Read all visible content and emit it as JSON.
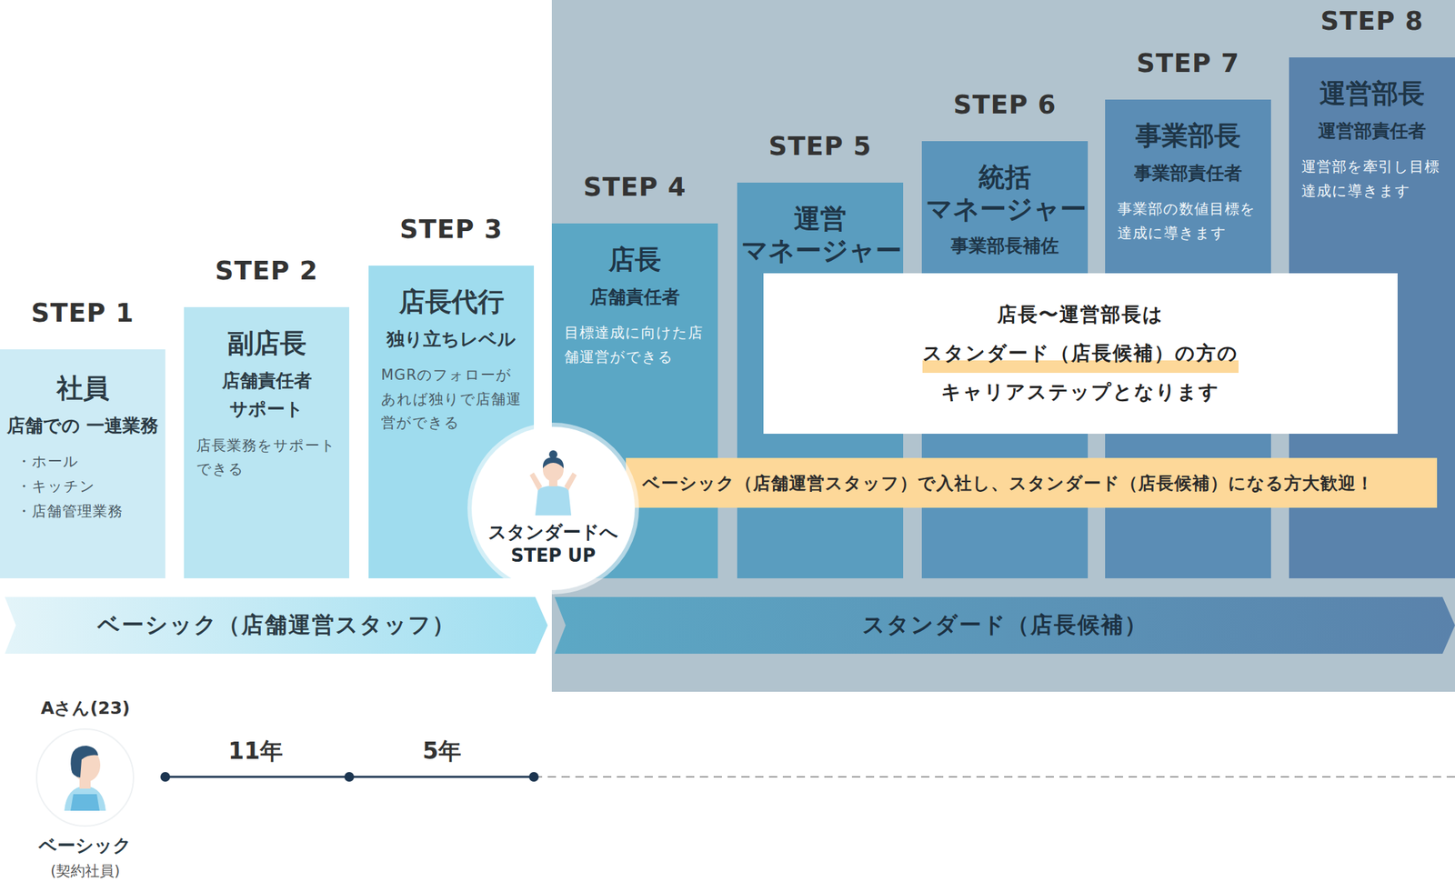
{
  "diagram": {
    "nodes": [
      {
        "text": [
          "STEP 1",
          "社員",
          "店舗での 一連業務",
          "・ホール",
          "・キッチン",
          "・店舗管理業務"
        ]
      },
      {
        "text": [
          "STEP 2",
          "副店長",
          "店舗責任者 サポート",
          "店長業務をサポートできる"
        ]
      },
      {
        "text": [
          "STEP 3",
          "店長代行",
          "独り立ちレベル",
          "MGRのフォローがあれば独りで店舗運営ができる"
        ]
      },
      {
        "text": [
          "STEP 4",
          "店長",
          "店舗責任者",
          "目標達成に向けた店舗運営ができる"
        ]
      },
      {
        "text": [
          "STEP 5",
          "運営 マネージャー"
        ]
      },
      {
        "text": [
          "STEP 6",
          "統括 マネージャー",
          "事業部長補佐"
        ]
      },
      {
        "text": [
          "STEP 7",
          "事業部長",
          "事業部責任者",
          "事業部の数値目標を達成に導きます"
        ]
      },
      {
        "text": [
          "STEP 8",
          "運営部長",
          "運営部責任者",
          "運営部を牽引し目標達成に導きます"
        ]
      },
      {
        "text": [
          "スタンダードへ STEP UP"
        ]
      },
      {
        "text": [
          "店長〜運営部長は",
          "スタンダード（店長候補）の方の",
          "キャリアステップとなります"
        ]
      },
      {
        "text": [
          "ベーシック（店舗運営スタッフ）で入社し、スタンダード（店長候補）になる方大歓迎！"
        ]
      },
      {
        "text": [
          "ベーシック（店舗運営スタッフ）"
        ]
      },
      {
        "text": [
          "スタンダード（店長候補）"
        ]
      }
    ],
    "labels": [
      "Aさん(23)",
      "11年",
      "5年",
      "ベーシック",
      "(契約社員)"
    ]
  }
}
